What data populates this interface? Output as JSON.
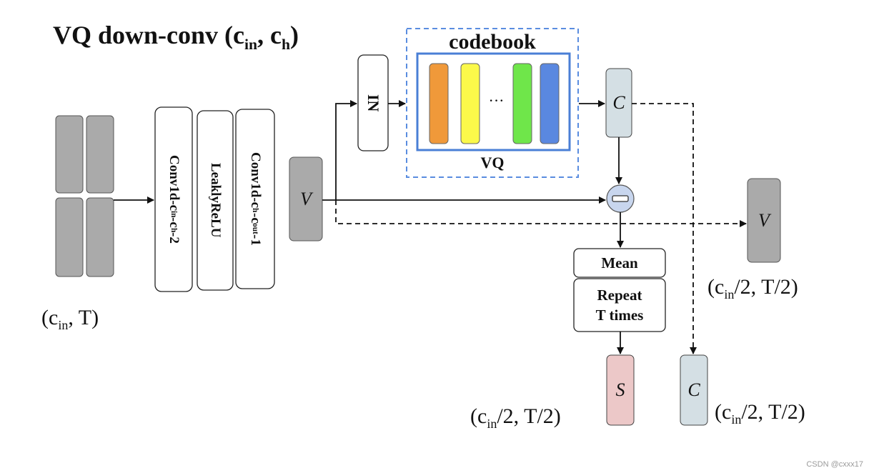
{
  "title": {
    "main": "VQ down-conv (c",
    "sub1": "in",
    "mid": ", c",
    "sub2": "h",
    "end": ")"
  },
  "input_shape": {
    "open": "(c",
    "sub": "in",
    "rest": ", T)"
  },
  "layers": {
    "conv1": {
      "a": "Conv1d-c",
      "s1": "in",
      "b": "-c",
      "s2": "h",
      "c": "-2"
    },
    "relu": "LeaklyReLU",
    "conv2": {
      "a": "Conv1d-c",
      "s1": "h",
      "b": "-c",
      "s2": "out",
      "c": "-1"
    }
  },
  "v_label": "V",
  "in_label": "IN",
  "codebook": {
    "title": "codebook",
    "ellipsis": "···",
    "vq_label": "VQ",
    "colors": [
      "#f0993a",
      "#fbf94a",
      "#6fe64a",
      "#5a88e0"
    ]
  },
  "c_label": "C",
  "s_label": "S",
  "mean_label": "Mean",
  "repeat_label": {
    "line1": "Repeat",
    "line2": "T times"
  },
  "output_shapes": {
    "v": {
      "open": "(c",
      "sub": "in",
      "rest": "/2,  T/2)"
    },
    "s": {
      "open": "(c",
      "sub": "in",
      "rest": "/2,  T/2)"
    },
    "c": {
      "open": "(c",
      "sub": "in",
      "rest": "/2,  T/2)"
    }
  },
  "colors": {
    "gray_block": "#aaaaaa",
    "c_block": "#d4dfe4",
    "s_block": "#ecc8c8",
    "dash_border": "#5a8de0",
    "codebook_border": "#4a7fd6",
    "subtract_fill": "#c8d6ee"
  },
  "watermark": "CSDN @cxxx17"
}
